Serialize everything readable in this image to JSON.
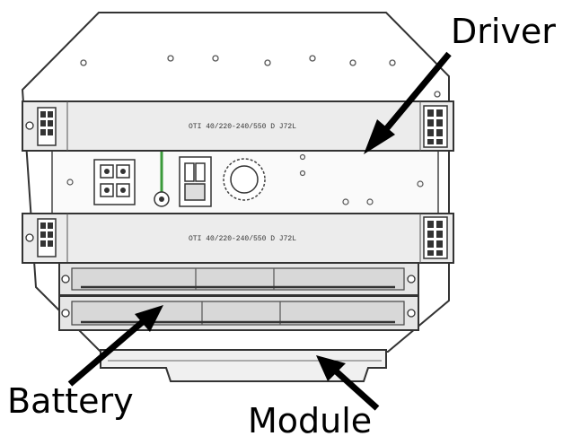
{
  "labels": {
    "driver": "Driver",
    "battery": "Battery",
    "module": "Module"
  },
  "parts": {
    "driver_top_text": "OTI 40/220-240/550 D J72L",
    "driver_bottom_text": "OTI 40/220-240/550 D J72L"
  },
  "colors": {
    "line": "#333333",
    "housing_fill": "#ffffff",
    "driver_fill": "#ececec",
    "battery_fill": "#e2e2e2",
    "module_fill": "#f0f0f0",
    "arrow": "#000000",
    "ground_wire": "#3a9a3a"
  },
  "icons": [
    "arrow-icon",
    "terminal-block-icon",
    "screw-icon"
  ]
}
